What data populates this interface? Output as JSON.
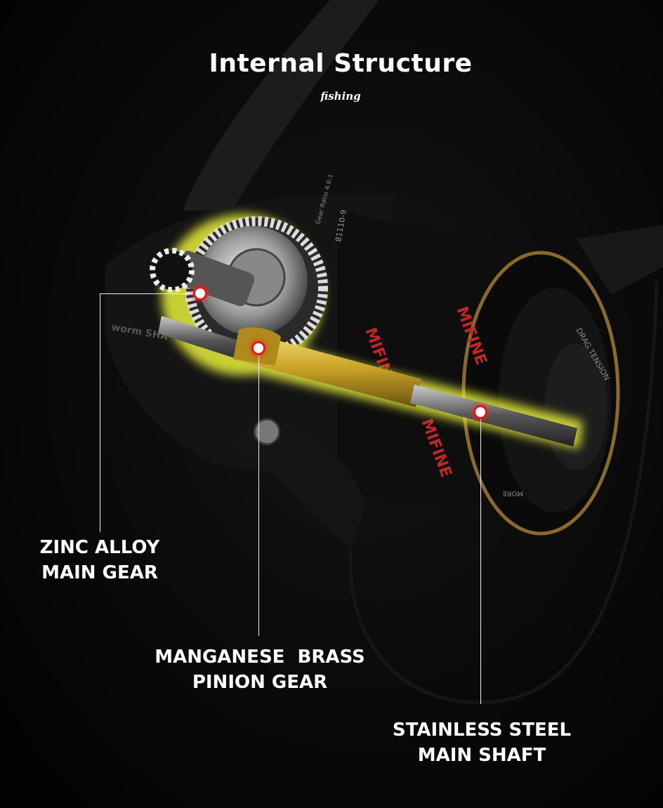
{
  "header": {
    "title": "Internal Structure",
    "subtitle": "fishing"
  },
  "callouts": [
    {
      "line1": "ZINC ALLOY",
      "line2": "MAIN GEAR"
    },
    {
      "line1": "MANGANESE  BRASS",
      "line2": "PINION GEAR"
    },
    {
      "line1": "STAINLESS STEEL",
      "line2": "MAIN SHAFT"
    }
  ],
  "reel_markings": {
    "brand_logo": "MIFINE",
    "body_text": "worm SHA",
    "spool_code": "81110-9",
    "ratio_text": "Gear Ratio 4.6:1",
    "drag_text": "DRAG TENSION",
    "knob_text": "MORE"
  },
  "colors": {
    "background": "#050505",
    "glow": "#e8f03a",
    "brass": "#c9a227",
    "dot": "#e01a1a"
  }
}
